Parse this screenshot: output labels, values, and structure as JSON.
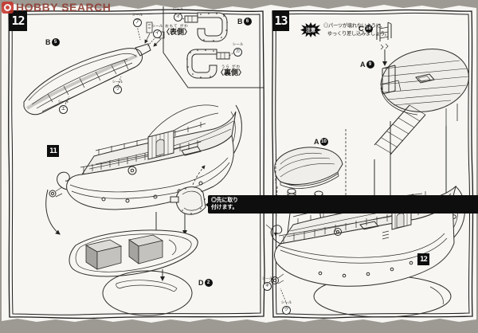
{
  "watermark": {
    "site_name": "HOBBY SEARCH"
  },
  "steps": {
    "left_number": "12",
    "right_number": "13"
  },
  "references": {
    "prev_step_left": "11",
    "prev_step_right": "12"
  },
  "labels": {
    "sticker_caption": "シール",
    "front_side": "〈表側〉",
    "front_side_furigana": "おもて がわ",
    "back_side": "〈裏側〉",
    "back_side_furigana": "うら がわ"
  },
  "parts": {
    "boat": {
      "letter": "B",
      "number": "5"
    },
    "bracket": {
      "letter": "B",
      "number": "6"
    },
    "display_base": {
      "letter": "D",
      "number": "2"
    },
    "deck_post": {
      "letter": "A",
      "number": "9"
    },
    "quarter_deck": {
      "letter": "A",
      "number": "10"
    },
    "ladder": {
      "letter": "C",
      "number": "16"
    }
  },
  "notes": {
    "attach_first_line1": "◎先に取り",
    "attach_first_line2": "付けます。",
    "caution_icon": "注意",
    "caution_line1": "◎パーツが壊れないように、",
    "caution_line2": "ゆっくり差し込みましょう。"
  },
  "stickers": {
    "boat_top_1": "ア",
    "boat_top_2": "イ",
    "boat_side": "ウ",
    "boat_bottom": "エ",
    "bracket_front": "オ",
    "bracket_back": "カ",
    "bow_upper": "キ",
    "bow_lower": "ク"
  }
}
